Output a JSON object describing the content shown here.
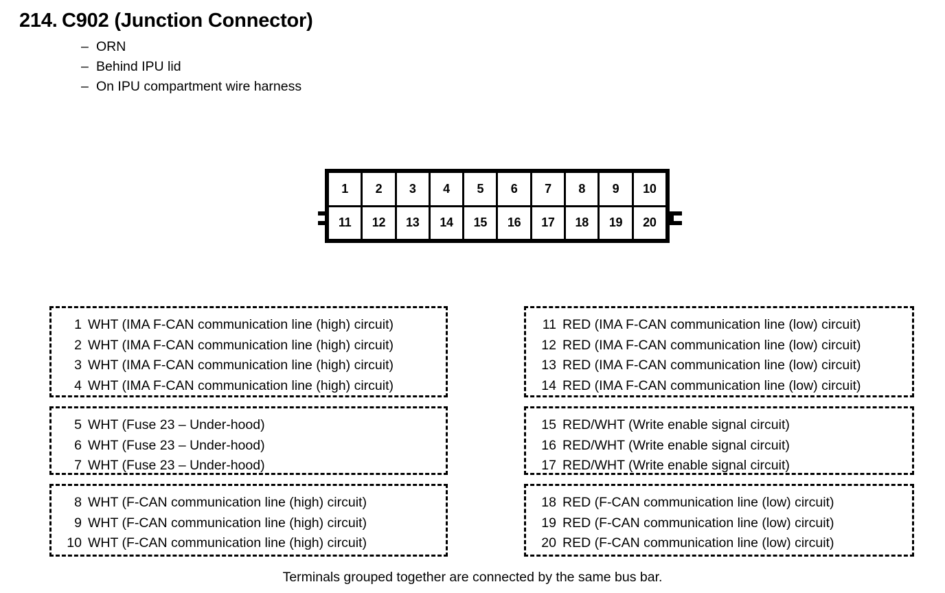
{
  "header": {
    "number": "214.",
    "title": "C902 (Junction Connector)",
    "full_title": "214.  C902 (Junction Connector)",
    "specs": [
      {
        "dash": "–",
        "text": "ORN"
      },
      {
        "dash": "–",
        "text": "Behind IPU lid"
      },
      {
        "dash": "–",
        "text": "On IPU compartment wire harness"
      }
    ]
  },
  "connector": {
    "name": "C902",
    "rows": [
      {
        "cells": [
          "1",
          "2",
          "3",
          "4",
          "5",
          "6",
          "7",
          "8",
          "9",
          "10"
        ]
      },
      {
        "cells": [
          "11",
          "12",
          "13",
          "14",
          "15",
          "16",
          "17",
          "18",
          "19",
          "20"
        ]
      }
    ],
    "tabs": [
      "left-latch-tab",
      "right-latch-tab"
    ]
  },
  "terminal_groups": {
    "left": [
      {
        "group_id": "left-group-1",
        "terminals": [
          {
            "num": "1",
            "desc": "WHT (IMA F-CAN communication line (high) circuit)"
          },
          {
            "num": "2",
            "desc": "WHT (IMA F-CAN communication line (high) circuit)"
          },
          {
            "num": "3",
            "desc": "WHT (IMA F-CAN communication line (high) circuit)"
          },
          {
            "num": "4",
            "desc": "WHT (IMA F-CAN communication line (high) circuit)"
          }
        ]
      },
      {
        "group_id": "left-group-2",
        "terminals": [
          {
            "num": "5",
            "desc": "WHT (Fuse 23 – Under-hood)"
          },
          {
            "num": "6",
            "desc": "WHT (Fuse 23 – Under-hood)"
          },
          {
            "num": "7",
            "desc": "WHT (Fuse 23 – Under-hood)"
          }
        ]
      },
      {
        "group_id": "left-group-3",
        "terminals": [
          {
            "num": "8",
            "desc": "WHT (F-CAN communication line (high) circuit)"
          },
          {
            "num": "9",
            "desc": "WHT (F-CAN communication line (high) circuit)"
          },
          {
            "num": "10",
            "desc": "WHT (F-CAN communication line (high) circuit)"
          }
        ]
      }
    ],
    "right": [
      {
        "group_id": "right-group-1",
        "terminals": [
          {
            "num": "11",
            "desc": "RED (IMA F-CAN communication line (low) circuit)"
          },
          {
            "num": "12",
            "desc": "RED (IMA F-CAN communication line (low) circuit)"
          },
          {
            "num": "13",
            "desc": "RED (IMA F-CAN communication line (low) circuit)"
          },
          {
            "num": "14",
            "desc": "RED (IMA F-CAN communication line (low) circuit)"
          }
        ]
      },
      {
        "group_id": "right-group-2",
        "terminals": [
          {
            "num": "15",
            "desc": "RED/WHT (Write enable signal circuit)"
          },
          {
            "num": "16",
            "desc": "RED/WHT (Write enable signal circuit)"
          },
          {
            "num": "17",
            "desc": "RED/WHT (Write enable signal circuit)"
          }
        ]
      },
      {
        "group_id": "right-group-3",
        "terminals": [
          {
            "num": "18",
            "desc": "RED (F-CAN communication line (low) circuit)"
          },
          {
            "num": "19",
            "desc": "RED (F-CAN communication line (low) circuit)"
          },
          {
            "num": "20",
            "desc": "RED (F-CAN communication line (low) circuit)"
          }
        ]
      }
    ]
  },
  "footer": {
    "note": "Terminals grouped together are connected by the same bus bar."
  },
  "colors": {
    "ink": "#000000",
    "paper": "#ffffff"
  }
}
